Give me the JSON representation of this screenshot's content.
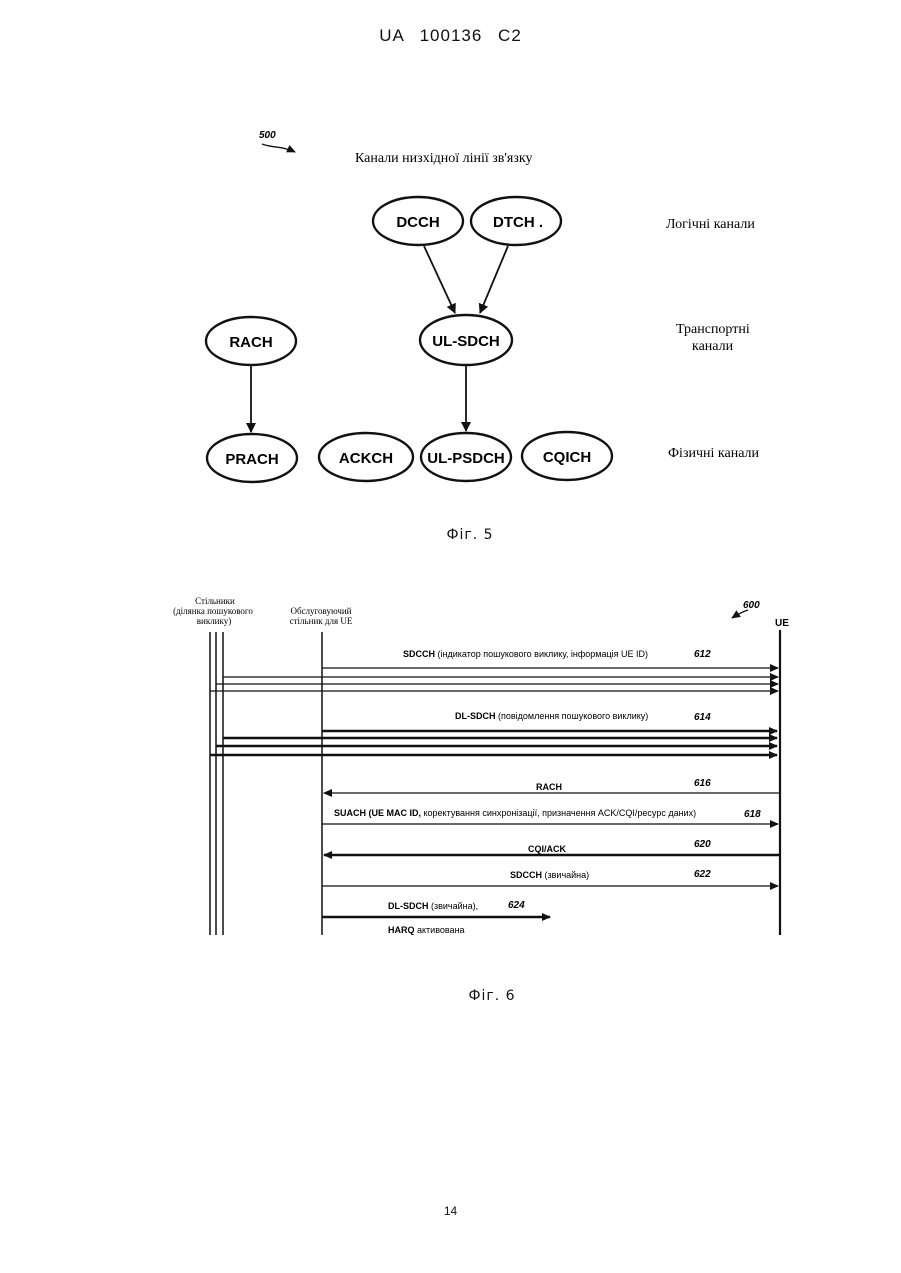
{
  "header": {
    "doc_id": "UA   100136   C2"
  },
  "fig5": {
    "ref_number": "500",
    "title": "Канали низхідної лінії зв'язку",
    "layers": {
      "logical": "Логічні канали",
      "transport_line1": "Транспортні",
      "transport_line2": "канали",
      "physical": "Фізичні канали"
    },
    "nodes": {
      "dcch": "DCCH",
      "dtch": "DTCH .",
      "rach": "RACH",
      "ul_sdch": "UL-SDCH",
      "prach": "PRACH",
      "ackch": "ACKCH",
      "ul_psdch": "UL-PSDCH",
      "cqich": "CQICH"
    },
    "caption": "Фіг. 5"
  },
  "fig6": {
    "ref_number": "600",
    "entities": {
      "cells_line1": "Стільники",
      "cells_line2": "(ділянка пошукового",
      "cells_line3": "виклику)",
      "serving_line1": "Обслуговуючий",
      "serving_line2": "стільник для UE",
      "ue": "UE"
    },
    "messages": [
      {
        "ref": "612",
        "bold": "SDCCH",
        "rest": " (індикатор пошукового виклику, інформація UE ID)"
      },
      {
        "ref": "614",
        "bold": "DL-SDCH",
        "rest": " (повідомлення пошукового виклику)"
      },
      {
        "ref": "616",
        "bold": "RACH",
        "rest": ""
      },
      {
        "ref": "618",
        "bold": "SUACH (UE MAC ID,",
        "rest": "  коректування синхронізації, призначення ACK/CQI/ресурс даних)"
      },
      {
        "ref": "620",
        "bold": "CQI/ACK",
        "rest": ""
      },
      {
        "ref": "622",
        "bold": "SDCCH",
        "rest": " (звичайна)"
      },
      {
        "ref": "624",
        "bold": "DL-SDCH",
        "rest": "  (звичайна),"
      },
      {
        "ref": "",
        "bold": "HARQ",
        "rest": " активована"
      }
    ],
    "caption": "Фіг. 6"
  },
  "page_number": "14"
}
